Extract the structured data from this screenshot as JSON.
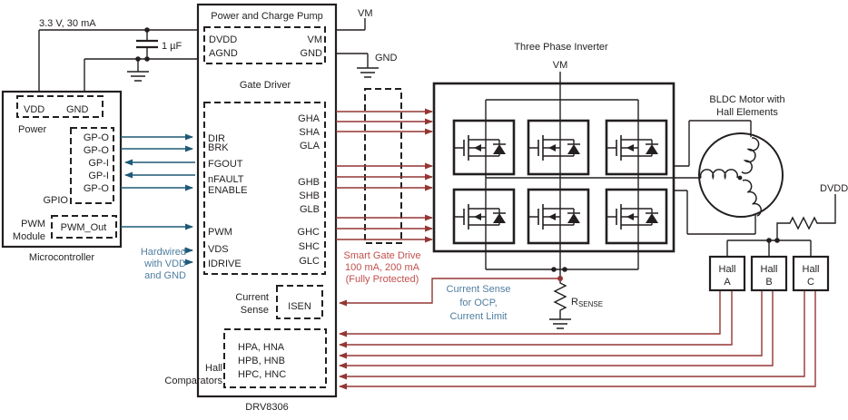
{
  "colors": {
    "wire": "#231f20",
    "teal_accent": "#1E5A77",
    "red_accent": "#943634",
    "red_text": "#C0504D",
    "blue_text": "#4F7EA0"
  },
  "supply": {
    "rail_label": "3.3 V, 30 mA",
    "cap_label": "1 µF"
  },
  "microcontroller": {
    "name": "Microcontroller",
    "power": {
      "label": "Power",
      "pin_vdd": "VDD",
      "pin_gnd": "GND"
    },
    "gpio": {
      "label": "GPIO",
      "pins": [
        "GP-O",
        "GP-O",
        "GP-I",
        "GP-I",
        "GP-O"
      ]
    },
    "pwm": {
      "label_line1": "PWM",
      "label_line2": "Module",
      "pin": "PWM_Out"
    }
  },
  "drv8306": {
    "name": "DRV8306",
    "power_block": {
      "title": "Power and Charge Pump",
      "pins_left": [
        "DVDD",
        "AGND"
      ],
      "pins_right": [
        "VM",
        "GND"
      ]
    },
    "gate_driver": {
      "title": "Gate Driver",
      "input_pins": [
        "DIR",
        "BRK",
        "FGOUT",
        "nFAULT",
        "ENABLE",
        "PWM",
        "VDS",
        "IDRIVE"
      ],
      "output_pins": [
        "GHA",
        "SHA",
        "GLA",
        "GHB",
        "SHB",
        "GLB",
        "GHC",
        "SHC",
        "GLC"
      ]
    },
    "current_sense": {
      "label_line1": "Current",
      "label_line2": "Sense",
      "pin": "ISEN"
    },
    "hall_comparators": {
      "label_line1": "Hall",
      "label_line2": "Comparators",
      "rows": [
        "HPA, HNA",
        "HPB, HNB",
        "HPC, HNC"
      ]
    }
  },
  "rails": {
    "vm": "VM",
    "gnd": "GND"
  },
  "inverter": {
    "title": "Three Phase Inverter",
    "vm": "VM"
  },
  "rsense": {
    "prefix": "R",
    "subscript": "SENSE"
  },
  "motor": {
    "title_line1": "BLDC Motor with",
    "title_line2": "Hall Elements"
  },
  "hall_sensors": {
    "supply": "DVDD",
    "blocks": [
      {
        "line1": "Hall",
        "line2": "A"
      },
      {
        "line1": "Hall",
        "line2": "B"
      },
      {
        "line1": "Hall",
        "line2": "C"
      }
    ]
  },
  "notes": {
    "smart_gate": [
      "Smart Gate Drive",
      "100 mA, 200 mA",
      "(Fully Protected)"
    ],
    "hardwired": [
      "Hardwired",
      "with VDD",
      "and GND"
    ],
    "current_sense": [
      "Current Sense",
      "for OCP,",
      "Current Limit"
    ]
  }
}
